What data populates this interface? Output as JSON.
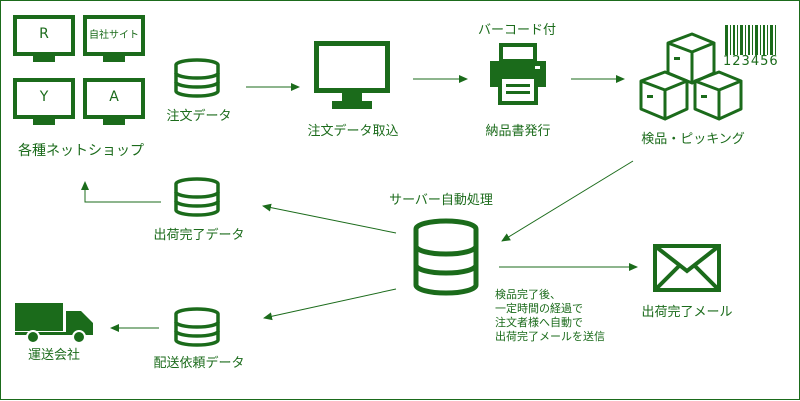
{
  "colors": {
    "primary": "#1b6b1b",
    "background": "#ffffff",
    "text": "#1b6b1b"
  },
  "icons": {
    "shop_monitor": "monitor-icon",
    "database": "database-icon",
    "server": "server-database-icon",
    "printer": "printer-icon",
    "boxes": "cardboard-boxes-icon",
    "barcode": "barcode-icon",
    "envelope": "envelope-icon",
    "truck": "delivery-truck-icon"
  },
  "shops": {
    "r": "R",
    "own": "自社サイト",
    "y": "Y",
    "a": "A"
  },
  "labels": {
    "shops": "各種ネットショップ",
    "order_data": "注文データ",
    "order_import": "注文データ取込",
    "barcode_caption": "バーコード付",
    "barcode_number": "123456",
    "delivery_note": "納品書発行",
    "inspection": "検品・ピッキング",
    "server": "サーバー自動処理",
    "shipped_data": "出荷完了データ",
    "shipping_request": "配送依頼データ",
    "carrier": "運送会社",
    "mail": "出荷完了メール",
    "note": [
      "検品完了後、",
      "一定時間の経過で",
      "注文者様へ自動で",
      "出荷完了メールを送信"
    ]
  }
}
